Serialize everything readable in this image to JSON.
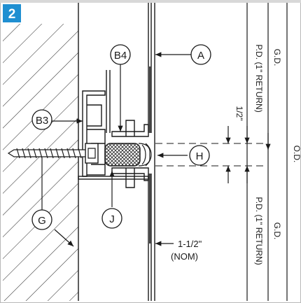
{
  "figure": {
    "number": "2",
    "colors": {
      "badge": "#1f8fd1",
      "frame": "#b8b8b8",
      "line": "#1a1a1a",
      "wall_hatch": "#333333",
      "insulation_hatch": "#444444"
    }
  },
  "callouts": {
    "A": "A",
    "B4": "B4",
    "B3": "B3",
    "G": "G",
    "H": "H",
    "J": "J"
  },
  "dimensions": {
    "pd_top": "P.D. (1\" RETURN)",
    "gd_top": "G.D.",
    "od": "O.D.",
    "pd_bottom": "P.D. (1\" RETURN)",
    "gd_bottom": "G.D.",
    "half_inch": "1/2\"",
    "nom_value": "1-1/2\"",
    "nom_note": "(NOM)"
  }
}
